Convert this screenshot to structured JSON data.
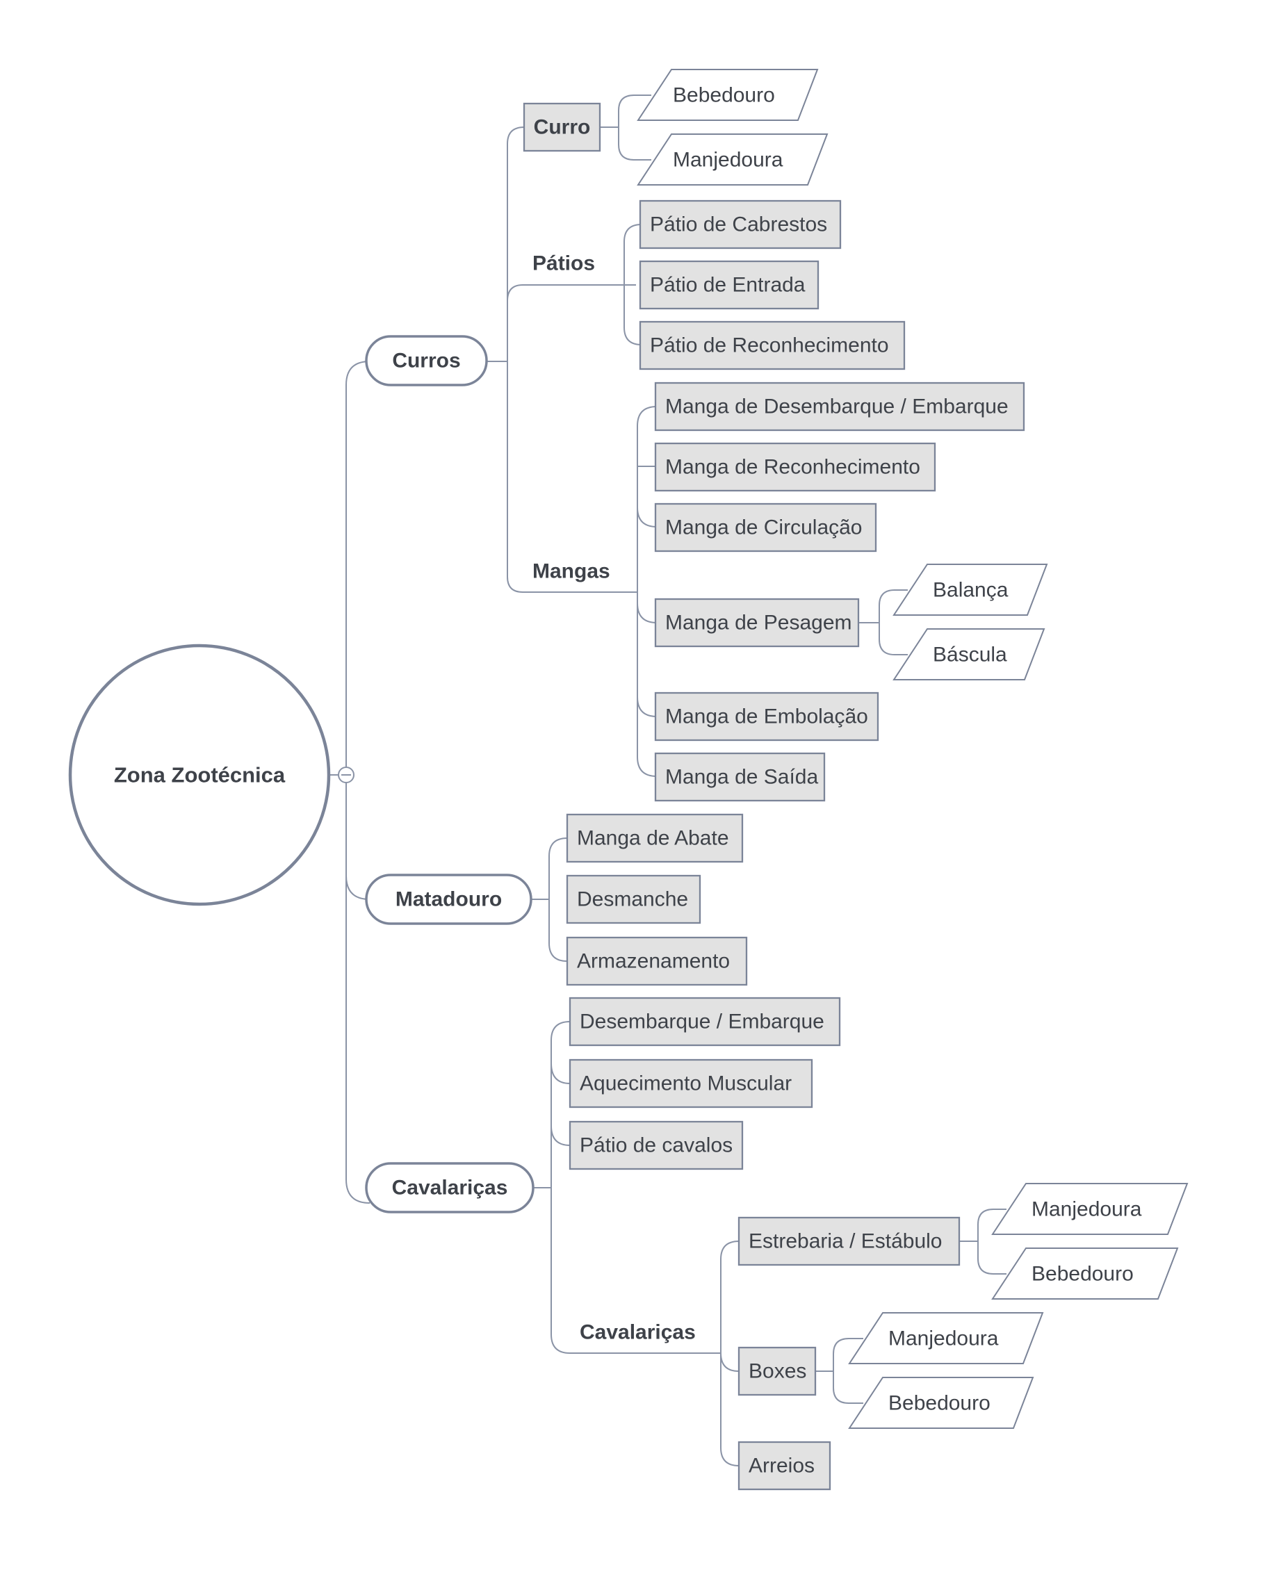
{
  "mindmap": {
    "root": {
      "label": "Zona Zootécnica"
    },
    "curros": {
      "label": "Curros",
      "curro": {
        "label": "Curro",
        "items": [
          "Bebedouro",
          "Manjedoura"
        ]
      },
      "patios": {
        "label": "Pátios",
        "items": [
          "Pátio de Cabrestos",
          "Pátio de Entrada",
          "Pátio de Reconhecimento"
        ]
      },
      "mangas": {
        "label": "Mangas",
        "items": [
          "Manga de Desembarque / Embarque",
          "Manga de Reconhecimento",
          "Manga de Circulação",
          "Manga de Pesagem",
          "Manga de Embolação",
          "Manga de Saída"
        ],
        "pesagem_items": [
          "Balança",
          "Báscula"
        ]
      }
    },
    "matadouro": {
      "label": "Matadouro",
      "items": [
        "Manga de Abate",
        "Desmanche",
        "Armazenamento"
      ]
    },
    "cavalaricas": {
      "label": "Cavalariças",
      "items": [
        "Desembarque / Embarque",
        "Aquecimento Muscular",
        "Pátio de cavalos"
      ],
      "sub": {
        "label": "Cavalariças",
        "estrebaria": {
          "label": "Estrebaria / Estábulo",
          "items": [
            "Manjedoura",
            "Bebedouro"
          ]
        },
        "boxes": {
          "label": "Boxes",
          "items": [
            "Manjedoura",
            "Bebedouro"
          ]
        },
        "arreios": {
          "label": "Arreios"
        }
      }
    }
  }
}
